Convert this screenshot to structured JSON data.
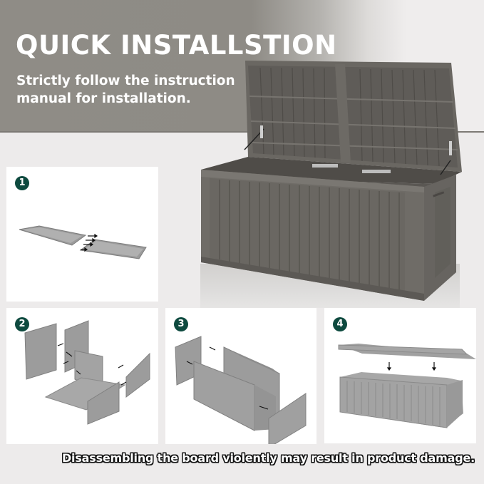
{
  "header": {
    "title": "QUICK INSTALLSTION",
    "subtitle": "Strictly follow the instruction manual for installation."
  },
  "hero_image": {
    "icon": "open-storage-box-image",
    "colors": {
      "body": "#6f6c67",
      "slat": "#5e5b57",
      "interior": "#55524e",
      "hinge": "#d9d9d9"
    }
  },
  "steps": [
    {
      "number": "1",
      "illustration": "base-panels-join-illustration"
    },
    {
      "number": "2",
      "illustration": "side-walls-attach-illustration"
    },
    {
      "number": "3",
      "illustration": "front-back-walls-attach-illustration"
    },
    {
      "number": "4",
      "illustration": "lid-attach-illustration"
    }
  ],
  "colors": {
    "badge": "#0e4a3f",
    "header_band": "#8f8c86",
    "background": "#edebeb",
    "card": "#ffffff",
    "part_gray": "#9a9a9a"
  },
  "warning": "Disassembling the board violently may result in product damage."
}
